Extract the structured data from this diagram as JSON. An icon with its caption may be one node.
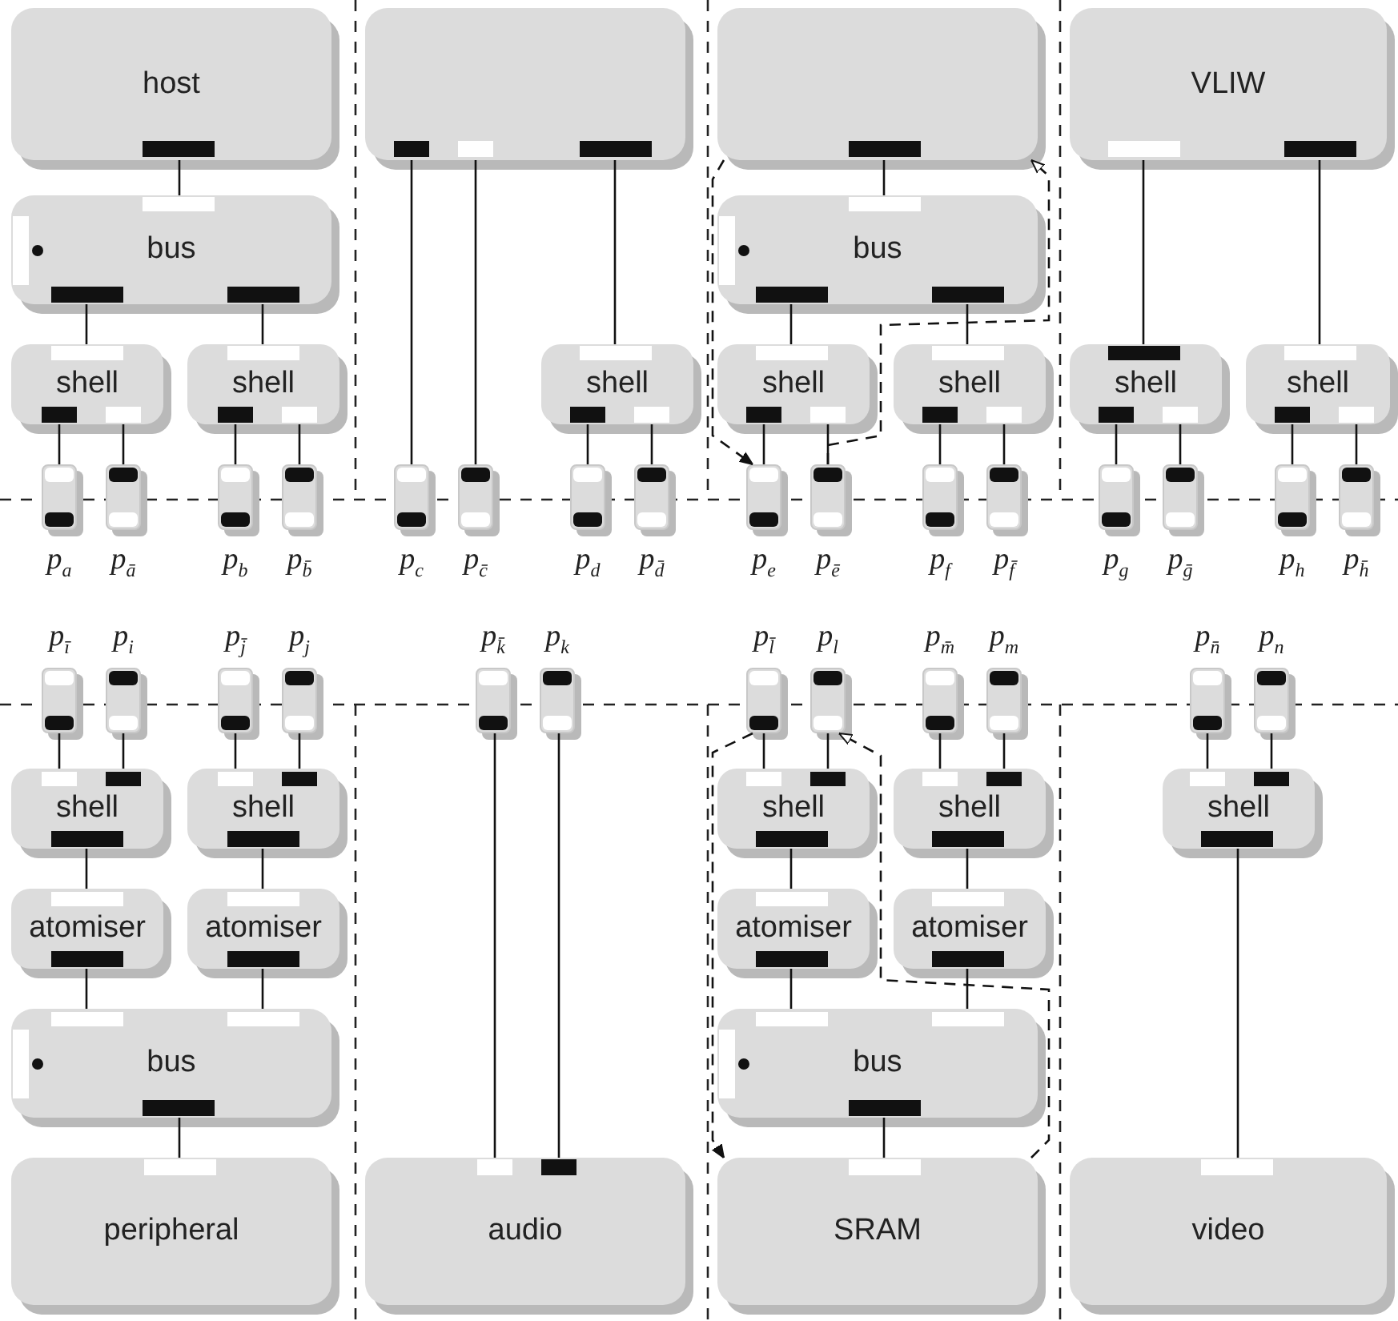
{
  "diagram": {
    "nodes": [
      {
        "text": [
          "host"
        ]
      },
      {
        "text": [],
        "shape": "box"
      },
      {
        "text": [],
        "shape": "box"
      },
      {
        "text": [
          "VLIW"
        ]
      },
      {
        "text": [
          "bus"
        ]
      },
      {
        "text": [
          "bus"
        ]
      },
      {
        "text": [
          "shell"
        ]
      },
      {
        "text": [
          "shell"
        ]
      },
      {
        "text": [
          "shell"
        ]
      },
      {
        "text": [
          "shell"
        ]
      },
      {
        "text": [
          "shell"
        ]
      },
      {
        "text": [
          "shell"
        ]
      },
      {
        "text": [
          "shell"
        ]
      },
      {
        "text": [],
        "shape": "box",
        "beside": [
          "p$_{a}$"
        ]
      },
      {
        "text": [],
        "shape": "box",
        "beside": [
          "p$_{ā}$"
        ]
      },
      {
        "text": [],
        "shape": "box",
        "beside": [
          "p$_{b}$"
        ]
      },
      {
        "text": [],
        "shape": "box",
        "beside": [
          "p$_{b̄}$"
        ]
      },
      {
        "text": [],
        "shape": "box",
        "beside": [
          "p$_{c}$"
        ]
      },
      {
        "text": [],
        "shape": "box",
        "beside": [
          "p$_{c̄}$"
        ]
      },
      {
        "text": [],
        "shape": "box",
        "beside": [
          "p$_{d}$"
        ]
      },
      {
        "text": [],
        "shape": "box",
        "beside": [
          "p$_{d̄}$"
        ]
      },
      {
        "text": [],
        "shape": "box",
        "beside": [
          "p$_{e}$"
        ]
      },
      {
        "text": [],
        "shape": "box",
        "beside": [
          "p$_{ē}$"
        ]
      },
      {
        "text": [],
        "shape": "box",
        "beside": [
          "p$_{f}$"
        ]
      },
      {
        "text": [],
        "shape": "box",
        "beside": [
          "p$_{f̄}$"
        ]
      },
      {
        "text": [],
        "shape": "box",
        "beside": [
          "p$_{g}$"
        ]
      },
      {
        "text": [],
        "shape": "box",
        "beside": [
          "p$_{ḡ}$"
        ]
      },
      {
        "text": [],
        "shape": "box",
        "beside": [
          "p$_{h}$"
        ]
      },
      {
        "text": [],
        "shape": "box",
        "beside": [
          "p$_{h̄}$"
        ]
      },
      {
        "text": [],
        "shape": "box",
        "beside": [
          "p$_{ī}$"
        ]
      },
      {
        "text": [],
        "shape": "box",
        "beside": [
          "p$_{i}$"
        ]
      },
      {
        "text": [],
        "shape": "box",
        "beside": [
          "p$_{j̄}$"
        ]
      },
      {
        "text": [],
        "shape": "box",
        "beside": [
          "p$_{j}$"
        ]
      },
      {
        "text": [],
        "shape": "box",
        "beside": [
          "p$_{k̄}$"
        ]
      },
      {
        "text": [],
        "shape": "box",
        "beside": [
          "p$_{k}$"
        ]
      },
      {
        "text": [],
        "shape": "box",
        "beside": [
          "p$_{l̄}$"
        ]
      },
      {
        "text": [],
        "shape": "box",
        "beside": [
          "p$_{l}$"
        ]
      },
      {
        "text": [],
        "shape": "box",
        "beside": [
          "p$_{m̄}$"
        ]
      },
      {
        "text": [],
        "shape": "box",
        "beside": [
          "p$_{m}$"
        ]
      },
      {
        "text": [],
        "shape": "box",
        "beside": [
          "p$_{n̄}$"
        ]
      },
      {
        "text": [],
        "shape": "box",
        "beside": [
          "p$_{n}$"
        ]
      },
      {
        "text": [
          "shell"
        ]
      },
      {
        "text": [
          "shell"
        ]
      },
      {
        "text": [
          "shell"
        ]
      },
      {
        "text": [
          "shell"
        ]
      },
      {
        "text": [
          "shell"
        ]
      },
      {
        "text": [
          "atomiser"
        ]
      },
      {
        "text": [
          "atomiser"
        ]
      },
      {
        "text": [
          "atomiser"
        ]
      },
      {
        "text": [
          "atomiser"
        ]
      },
      {
        "text": [
          "bus"
        ]
      },
      {
        "text": [
          "bus"
        ]
      },
      {
        "text": [
          "peripheral"
        ]
      },
      {
        "text": [
          "audio"
        ]
      },
      {
        "text": [
          "SRAM"
        ]
      },
      {
        "text": [
          "video"
        ]
      }
    ],
    "edges": [
      {
        "from": 0,
        "to": 4,
        "arrow": "none"
      },
      {
        "from": 4,
        "to": 6,
        "arrow": "none"
      },
      {
        "from": 4,
        "to": 7,
        "arrow": "none"
      },
      {
        "from": 6,
        "to": 13,
        "arrow": "none"
      },
      {
        "from": 6,
        "to": 14,
        "arrow": "none"
      },
      {
        "from": 7,
        "to": 15,
        "arrow": "none"
      },
      {
        "from": 7,
        "to": 16,
        "arrow": "none"
      },
      {
        "from": 1,
        "to": 17,
        "arrow": "none"
      },
      {
        "from": 1,
        "to": 18,
        "arrow": "none"
      },
      {
        "from": 1,
        "to": 8,
        "arrow": "none"
      },
      {
        "from": 8,
        "to": 19,
        "arrow": "none"
      },
      {
        "from": 8,
        "to": 20,
        "arrow": "none"
      },
      {
        "from": 2,
        "to": 5,
        "arrow": "none"
      },
      {
        "from": 5,
        "to": 9,
        "arrow": "none"
      },
      {
        "from": 5,
        "to": 10,
        "arrow": "none"
      },
      {
        "from": 9,
        "to": 21,
        "arrow": "none"
      },
      {
        "from": 9,
        "to": 22,
        "arrow": "none"
      },
      {
        "from": 10,
        "to": 23,
        "arrow": "none"
      },
      {
        "from": 10,
        "to": 24,
        "arrow": "none"
      },
      {
        "from": 3,
        "to": 11,
        "arrow": "none"
      },
      {
        "from": 3,
        "to": 12,
        "arrow": "none"
      },
      {
        "from": 11,
        "to": 25,
        "arrow": "none"
      },
      {
        "from": 11,
        "to": 26,
        "arrow": "none"
      },
      {
        "from": 12,
        "to": 27,
        "arrow": "none"
      },
      {
        "from": 12,
        "to": 28,
        "arrow": "none"
      },
      {
        "from": 29,
        "to": 41,
        "arrow": "none"
      },
      {
        "from": 30,
        "to": 41,
        "arrow": "none"
      },
      {
        "from": 31,
        "to": 42,
        "arrow": "none"
      },
      {
        "from": 32,
        "to": 42,
        "arrow": "none"
      },
      {
        "from": 33,
        "to": 53,
        "arrow": "none"
      },
      {
        "from": 34,
        "to": 53,
        "arrow": "none"
      },
      {
        "from": 35,
        "to": 43,
        "arrow": "none"
      },
      {
        "from": 36,
        "to": 43,
        "arrow": "none"
      },
      {
        "from": 37,
        "to": 44,
        "arrow": "none"
      },
      {
        "from": 38,
        "to": 44,
        "arrow": "none"
      },
      {
        "from": 39,
        "to": 45,
        "arrow": "none"
      },
      {
        "from": 40,
        "to": 45,
        "arrow": "none"
      },
      {
        "from": 41,
        "to": 46,
        "arrow": "none"
      },
      {
        "from": 42,
        "to": 47,
        "arrow": "none"
      },
      {
        "from": 43,
        "to": 48,
        "arrow": "none"
      },
      {
        "from": 44,
        "to": 49,
        "arrow": "none"
      },
      {
        "from": 46,
        "to": 50,
        "arrow": "none"
      },
      {
        "from": 47,
        "to": 50,
        "arrow": "none"
      },
      {
        "from": 48,
        "to": 51,
        "arrow": "none"
      },
      {
        "from": 49,
        "to": 51,
        "arrow": "none"
      },
      {
        "from": 50,
        "to": 52,
        "arrow": "none"
      },
      {
        "from": 51,
        "to": 54,
        "arrow": "none"
      },
      {
        "from": 45,
        "to": 55,
        "arrow": "none"
      },
      {
        "from": 2,
        "to": 21,
        "arrow": "to",
        "style": "dashed"
      },
      {
        "from": 22,
        "to": 2,
        "arrow": "to",
        "style": "dashed"
      },
      {
        "from": 35,
        "to": 54,
        "arrow": "to",
        "style": "dashed"
      },
      {
        "from": 54,
        "to": 36,
        "arrow": "to",
        "style": "dashed"
      }
    ]
  }
}
